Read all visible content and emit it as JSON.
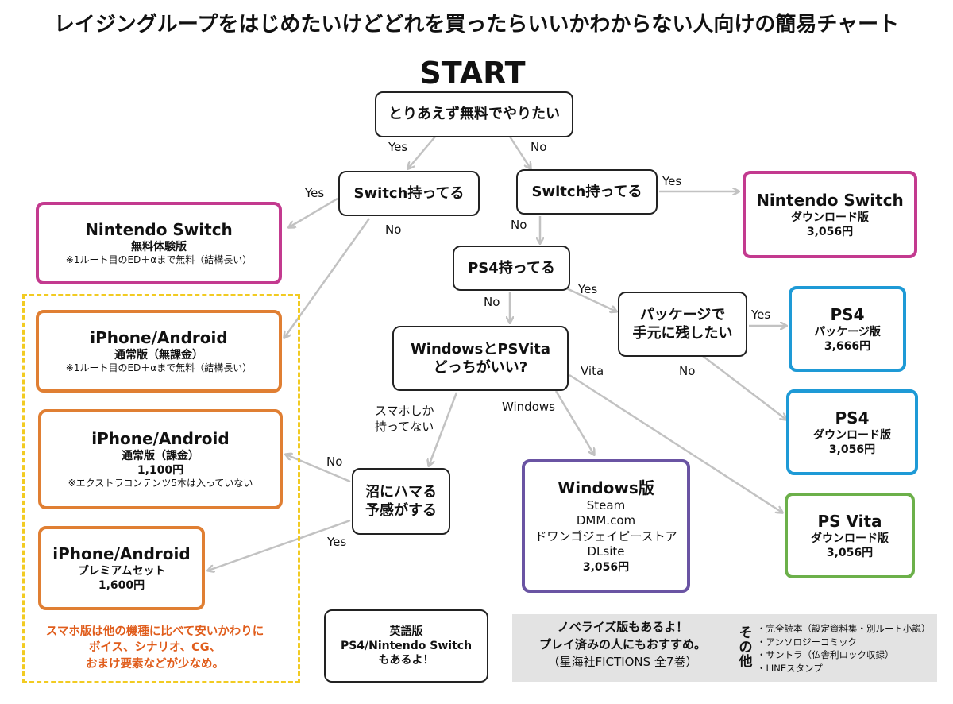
{
  "title": "レイジングループをはじめたいけどどれを買ったらいいかわからない人向けの簡易チャート",
  "start": "START",
  "q_free": "とりあえず無料でやりたい",
  "q_switch_left": "Switch持ってる",
  "q_switch_right": "Switch持ってる",
  "q_ps4": "PS4持ってる",
  "q_package": [
    "パッケージで",
    "手元に残したい"
  ],
  "q_winvita": [
    "WindowsとPSVita",
    "どっちがいい?"
  ],
  "q_numa": [
    "沼にハマる",
    "予感がする"
  ],
  "labels": {
    "yes": "Yes",
    "no": "No",
    "vita": "Vita",
    "windows": "Windows",
    "phone_only": [
      "スマホしか",
      "持ってない"
    ]
  },
  "r_switch_free": {
    "name": "Nintendo Switch",
    "edition": "無料体験版",
    "note": "※1ルート目のED＋αまで無料（結構長い）"
  },
  "r_switch_dl": {
    "name": "Nintendo Switch",
    "edition": "ダウンロード版",
    "price": "3,056円"
  },
  "r_ps4_pkg": {
    "name": "PS4",
    "edition": "パッケージ版",
    "price": "3,666円"
  },
  "r_ps4_dl": {
    "name": "PS4",
    "edition": "ダウンロード版",
    "price": "3,056円"
  },
  "r_vita_dl": {
    "name": "PS Vita",
    "edition": "ダウンロード版",
    "price": "3,056円"
  },
  "r_phone_free": {
    "name": "iPhone/Android",
    "edition": "通常版（無課金）",
    "note": "※1ルート目のED＋αまで無料（結構長い）"
  },
  "r_phone_paid": {
    "name": "iPhone/Android",
    "edition": "通常版（課金）",
    "price": "1,100円",
    "note": "※エクストラコンテンツ5本は入っていない"
  },
  "r_phone_premium": {
    "name": "iPhone/Android",
    "edition": "プレミアムセット",
    "price": "1,600円"
  },
  "r_windows": {
    "name": "Windows版",
    "stores": [
      "Steam",
      "DMM.com",
      "ドワンゴジェイピーストア",
      "DLsite"
    ],
    "price": "3,056円"
  },
  "phone_note": [
    "スマホ版は他の機種に比べて安いかわりに",
    "ボイス、シナリオ、CG、",
    "おまけ要素などが少なめ。"
  ],
  "english": [
    "英語版",
    "PS4/Nintendo Switch",
    "もあるよ！"
  ],
  "novel": [
    "ノベライズ版もあるよ！",
    "プレイ済みの人にもおすすめ。",
    "（星海社FICTIONS 全7巻）"
  ],
  "other_head": [
    "そ",
    "の",
    "他"
  ],
  "other_items": [
    "・完全読本（設定資料集・別ルート小説）",
    "・アンソロジーコミック",
    "・サントラ（仏舎利ロック収録）",
    "・LINEスタンプ"
  ],
  "colors": {
    "magenta": "#c33a8f",
    "orange": "#e07f33",
    "blue": "#1e9ad6",
    "purple": "#6a54a3",
    "green": "#6cb04a",
    "yellow": "#f2cb22",
    "note": "#e05d1c",
    "arrow": "#c2c2c2"
  }
}
